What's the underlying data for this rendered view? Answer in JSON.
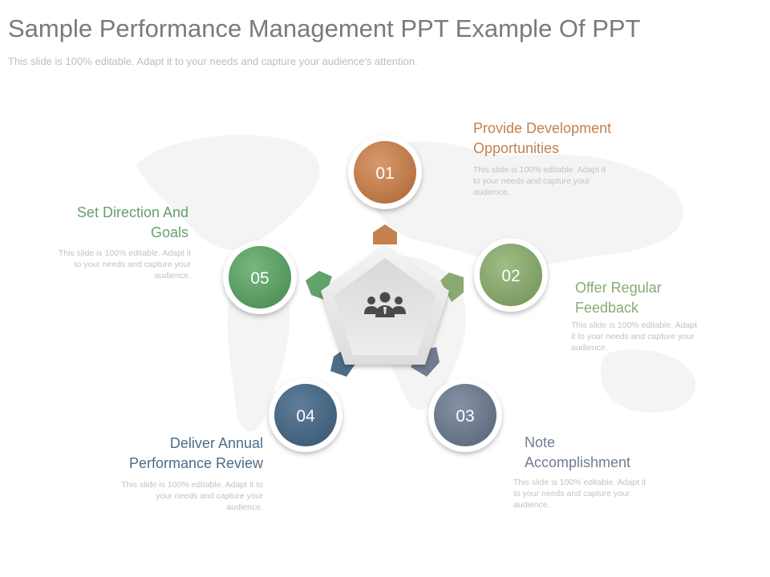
{
  "slide": {
    "title": "Sample Performance Management PPT Example Of PPT",
    "subtitle": "This slide is 100% editable. Adapt it to your needs and capture your audience's attention."
  },
  "center": {
    "icon": "team-icon"
  },
  "steps": [
    {
      "number": "01",
      "title_lines": [
        "Provide Development",
        "Opportunities"
      ],
      "desc_lines": [
        "This slide is 100% editable. Adapt it",
        "to your needs and capture your",
        "audience."
      ],
      "color": "#c5804f"
    },
    {
      "number": "02",
      "title_lines": [
        "Offer Regular",
        "Feedback"
      ],
      "desc_lines": [
        "This slide is 100% editable. Adapt",
        "it to your needs and capture your",
        "audience."
      ],
      "color": "#8aaa71"
    },
    {
      "number": "03",
      "title_lines": [
        "Note",
        "Accomplishment"
      ],
      "desc_lines": [
        "This slide is 100% editable. Adapt it",
        "to your needs and capture your",
        "audience."
      ],
      "color": "#707d91"
    },
    {
      "number": "04",
      "title_lines": [
        "Deliver Annual",
        "Performance Review"
      ],
      "desc_lines": [
        "This slide is 100% editable. Adapt it to",
        "your needs and capture your",
        "audience."
      ],
      "color": "#4d6c88"
    },
    {
      "number": "05",
      "title_lines": [
        "Set Direction And",
        "Goals"
      ],
      "desc_lines": [
        "This slide is 100% editable. Adapt it",
        "to your needs and capture your",
        "audience."
      ],
      "color": "#62a26b"
    }
  ]
}
